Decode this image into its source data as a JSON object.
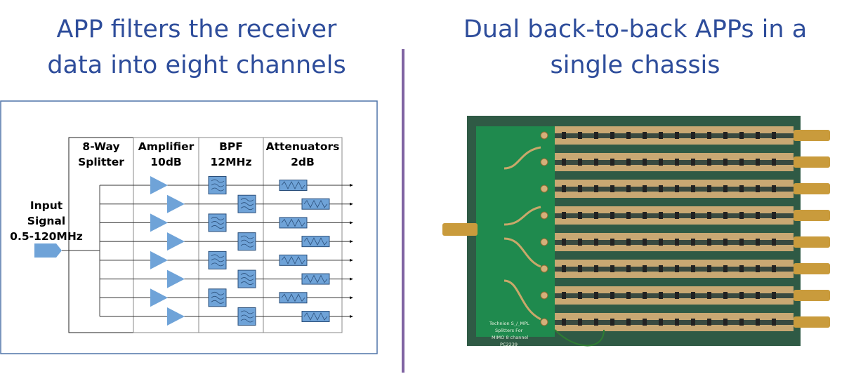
{
  "left": {
    "title_line1": "APP filters the receiver",
    "title_line2": "data into eight channels",
    "diagram": {
      "input_label": [
        "Input",
        "Signal",
        "0.5-120MHz"
      ],
      "columns": [
        {
          "line1": "8-Way",
          "line2": "Splitter"
        },
        {
          "line1": "Amplifier",
          "line2": "10dB"
        },
        {
          "line1": "BPF",
          "line2": "12MHz"
        },
        {
          "line1": "Attenuators",
          "line2": "2dB"
        }
      ],
      "channel_count": 8,
      "block_color": "#6fa3d8"
    }
  },
  "right": {
    "title_line1": "Dual back-to-back APPs in a",
    "title_line2": "single chassis",
    "photo_label": [
      "Technion   S_/_MPL",
      "Splitters For",
      "MIMO 8 channel",
      "PC2239"
    ]
  },
  "colors": {
    "title": "#2e4d9b",
    "divider": "#8064a2"
  }
}
